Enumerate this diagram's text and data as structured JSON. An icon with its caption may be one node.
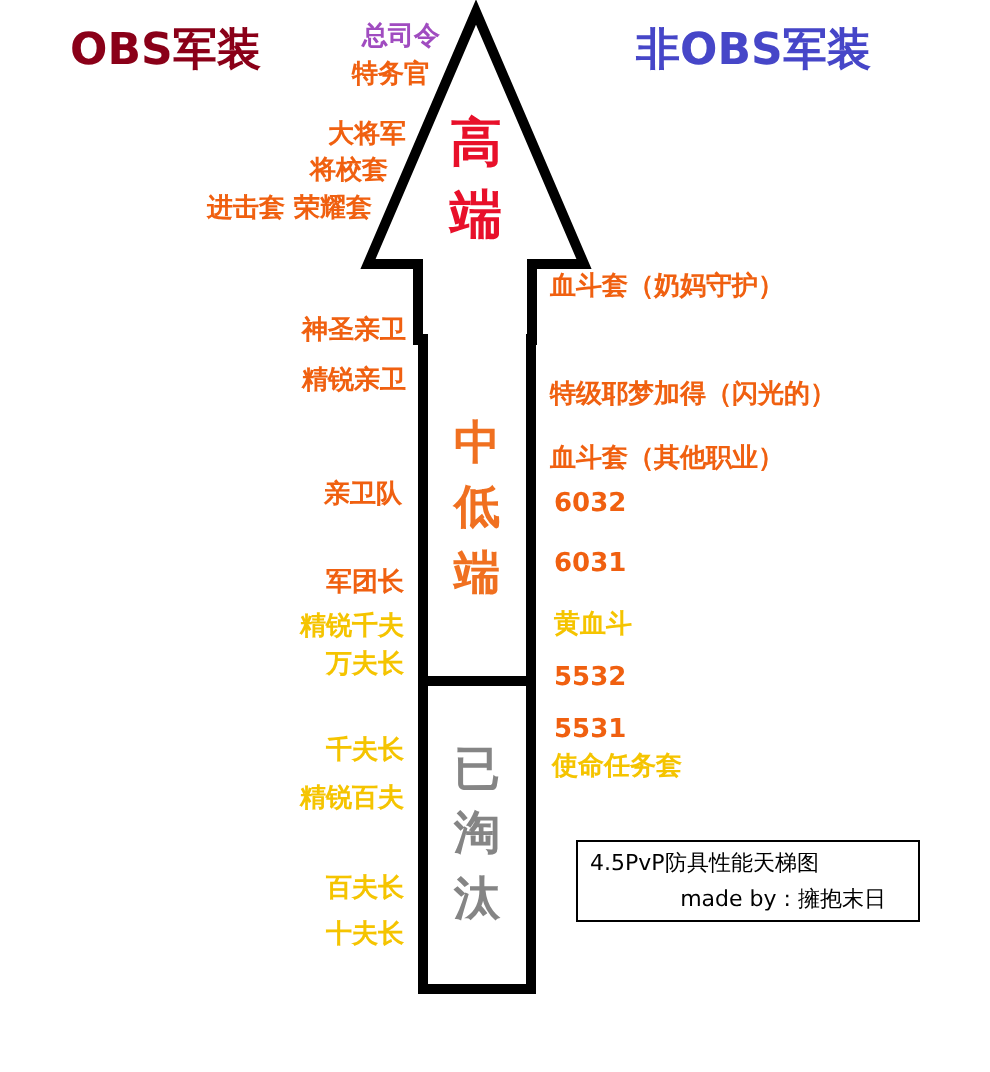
{
  "diagram": {
    "nodes": [
      {
        "text": [
          "高端"
        ]
      },
      {
        "text": [
          "中低端"
        ]
      },
      {
        "text": [
          "已淘汰"
        ]
      },
      {
        "text": [
          "4.5PvP防具性能天梯图",
          "made by : 擁抱末日"
        ]
      }
    ],
    "labels": [
      "OBS军装",
      "非OBS军装",
      "总司令",
      "特务官",
      "大将军",
      "将校套",
      "进击套 荣耀套",
      "神圣亲卫",
      "精锐亲卫",
      "亲卫队",
      "军团长",
      "精锐千夫",
      "万夫长",
      "千夫长",
      "精锐百夫",
      "百夫长",
      "十夫长",
      "血斗套（奶妈守护）",
      "特级耶梦加得（闪光的）",
      "血斗套（其他职业）",
      "6032",
      "6031",
      "黄血斗",
      "5532",
      "5531",
      "使命任务套"
    ]
  }
}
